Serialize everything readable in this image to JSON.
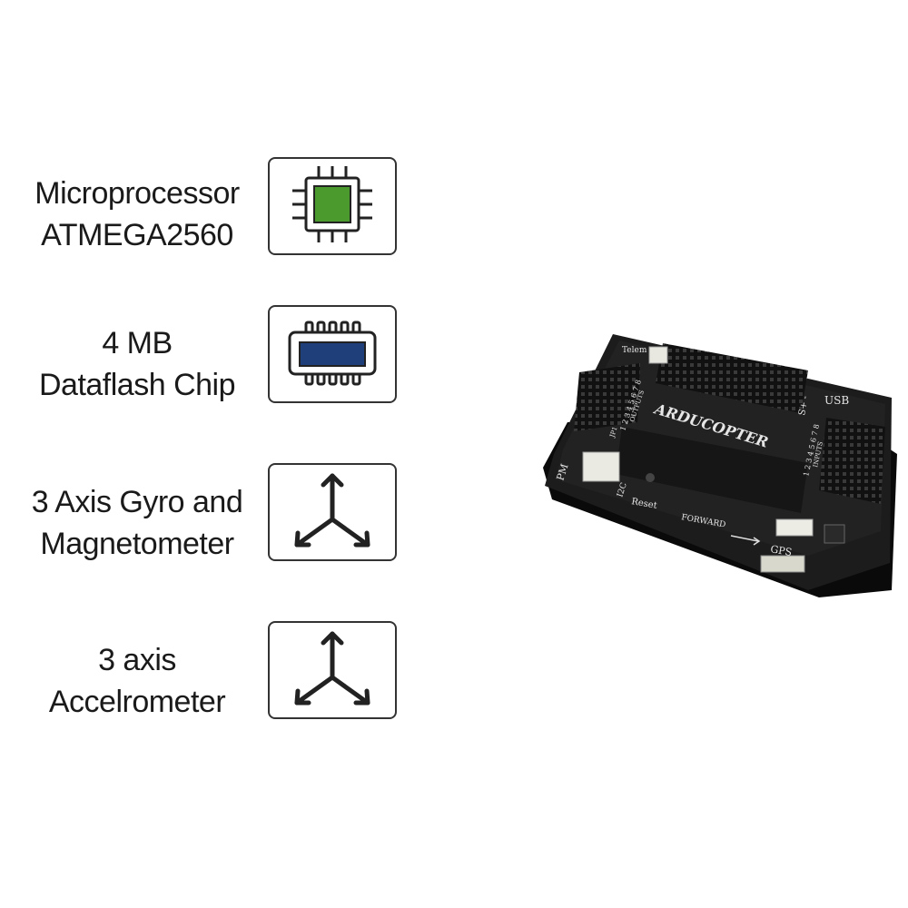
{
  "features": [
    {
      "line1": "Microprocessor",
      "line2": "ATMEGA2560",
      "icon": "microprocessor-chip-icon",
      "icon_color": "#4a9a2e"
    },
    {
      "line1": "4 MB",
      "line2": "Dataflash Chip",
      "icon": "dataflash-chip-icon",
      "icon_color": "#1f3f7a"
    },
    {
      "line1": "3 Axis Gyro and",
      "line2": "Magnetometer",
      "icon": "three-axis-icon"
    },
    {
      "line1": "3 axis",
      "line2": "Accelrometer",
      "icon": "three-axis-icon"
    }
  ],
  "board": {
    "brand": "ARDUCOPTER",
    "labels": {
      "telem": "Telem",
      "usb": "USB",
      "s_plus_minus": "S+ -",
      "outputs": "OUTPUTS",
      "outputs_numbers": "1 2 3 4 5 6 7 8",
      "inputs": "INPUTS",
      "inputs_numbers": "1 2 3 4 5 6 7 8",
      "jp1": "JP1",
      "pm": "PM",
      "i2c": "I2C",
      "reset": "Reset",
      "forward": "FORWARD",
      "gps": "GPS"
    }
  }
}
